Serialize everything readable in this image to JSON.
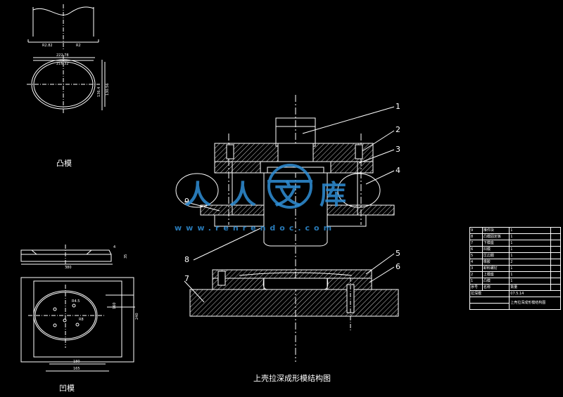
{
  "captions": {
    "punch": "凸模",
    "die": "凹模",
    "assembly": "上壳拉深成形模结构图"
  },
  "part_labels": [
    "1",
    "2",
    "3",
    "4",
    "5",
    "6",
    "7",
    "8",
    "9"
  ],
  "dimensions": {
    "punch_a": "R2.82",
    "punch_b": "R2",
    "punch_w1": "222.78",
    "punch_w2": "216.32",
    "punch_h1": "136.4",
    "punch_h2": "130.56",
    "die_w": "380",
    "die_side": "4",
    "die_thk": "35",
    "die_r1": "R4.5",
    "die_h1": "160",
    "die_h2": "240",
    "die_b1": "180",
    "die_b2": "165",
    "die_r2": "R8"
  },
  "bom": {
    "rows": [
      [
        "9",
        "推件块",
        "1"
      ],
      [
        "8",
        "凸模固定板",
        "1"
      ],
      [
        "7",
        "下模座",
        "1"
      ],
      [
        "6",
        "凹模",
        "1"
      ],
      [
        "5",
        "压边圈",
        "1"
      ],
      [
        "4",
        "橡胶",
        "2"
      ],
      [
        "3",
        "卸料螺钉",
        "1"
      ],
      [
        "2",
        "上模座",
        "1"
      ],
      [
        "1",
        "凸模",
        "1"
      ]
    ],
    "header": [
      "序号",
      "名称",
      "数量"
    ],
    "footer_left": "拉深模",
    "footer_mid": "07.5.14",
    "footer_right": "上壳拉深成形模结构图"
  },
  "watermark": {
    "brand": "人人文库",
    "url": "www.renrendoc.com",
    "color": "#2f8fd6"
  }
}
